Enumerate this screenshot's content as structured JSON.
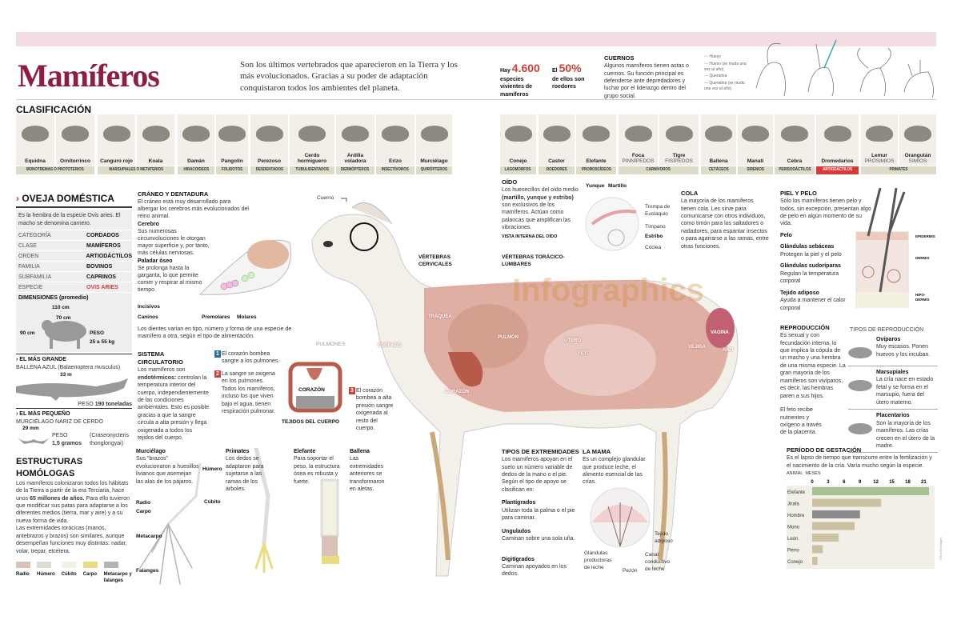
{
  "header": {
    "title": "Mamíferos",
    "intro": "Son los últimos vertebrados que aparecieron en la Tierra y los más evolucionados. Gracias a su poder de adaptación conquistaron todos los ambientes del planeta."
  },
  "stats": {
    "s1_pre": "Hay",
    "s1_val": "4.600",
    "s1_text": "especies vivientes de mamíferos",
    "s2_pre": "El",
    "s2_val": "50%",
    "s2_text": "de ellos son roedores"
  },
  "cuernos": {
    "title": "CUERNOS",
    "text": "Algunos mamíferos tienen astas o cuernos. Su función principal es defenderse ante depredadores y luchar por el liderazgo dentro del grupo social.",
    "legend": [
      "Hueso",
      "Hueso (se muda una vez al año)",
      "Queratina",
      "Queratina (se muda una vez al año)"
    ]
  },
  "clasificacion": {
    "title": "CLASIFICACIÓN",
    "left": [
      {
        "class": "MONOTREMAS O PROTOTERIOS",
        "animals": [
          {
            "name": "Equidna"
          },
          {
            "name": "Ornitorrinco"
          }
        ]
      },
      {
        "class": "MARSUPIALES O METATERIOS",
        "animals": [
          {
            "name": "Canguro rojo"
          },
          {
            "name": "Koala"
          }
        ]
      },
      {
        "class": "HIRACOIDEOS",
        "animals": [
          {
            "name": "Damán"
          }
        ]
      },
      {
        "class": "FOLIDOTOS",
        "animals": [
          {
            "name": "Pangolín"
          }
        ]
      },
      {
        "class": "DESDENTADOS",
        "animals": [
          {
            "name": "Perezoso"
          }
        ]
      },
      {
        "class": "TUBULIDENTADOS",
        "animals": [
          {
            "name": "Cerdo hormiguero"
          }
        ]
      },
      {
        "class": "DERMÓPTEROS",
        "animals": [
          {
            "name": "Ardilla voladora"
          }
        ]
      },
      {
        "class": "INSECTÍVOROS",
        "animals": [
          {
            "name": "Erizo"
          }
        ]
      },
      {
        "class": "QUIRÓPTEROS",
        "animals": [
          {
            "name": "Murciélago"
          }
        ]
      }
    ],
    "right": [
      {
        "class": "LAGOMORFOS",
        "animals": [
          {
            "name": "Conejo"
          }
        ]
      },
      {
        "class": "ROEDORES",
        "animals": [
          {
            "name": "Castor"
          }
        ]
      },
      {
        "class": "PROBOSCÍDEOS",
        "animals": [
          {
            "name": "Elefante"
          }
        ]
      },
      {
        "class": "CARNÍVOROS",
        "animals": [
          {
            "name": "Foca",
            "sub": "PINNÍPEDOS"
          },
          {
            "name": "Tigre",
            "sub": "FISÍPEDOS"
          }
        ]
      },
      {
        "class": "CETÁCEOS",
        "animals": [
          {
            "name": "Ballena"
          }
        ]
      },
      {
        "class": "SIRENIOS",
        "animals": [
          {
            "name": "Manatí"
          }
        ]
      },
      {
        "class": "PERISODÁCTILOS",
        "animals": [
          {
            "name": "Cebra"
          }
        ]
      },
      {
        "class": "ARTIODÁCTILOS",
        "highlight": true,
        "animals": [
          {
            "name": "Dromedarios"
          }
        ]
      },
      {
        "class": "PRIMATES",
        "animals": [
          {
            "name": "Lemur",
            "sub": "PROSIMIOS"
          },
          {
            "name": "Orangután",
            "sub": "SIMIOS"
          }
        ]
      }
    ]
  },
  "oveja": {
    "title": "OVEJA DOMÉSTICA",
    "intro": "Es la hembra de la especie Ovis aries. El macho se denomina carnero.",
    "taxonomy": [
      [
        "CATEGORÍA",
        "CORDADOS"
      ],
      [
        "CLASE",
        "MAMÍFEROS"
      ],
      [
        "ORDEN",
        "ARTIODÁCTILOS"
      ],
      [
        "FAMILIA",
        "BOVINOS"
      ],
      [
        "SUBFAMILIA",
        "CAPRINOS"
      ],
      [
        "ESPECIE",
        "OVIS ARIES"
      ]
    ],
    "dim_title": "DIMENSIONES (promedio)",
    "length": "110 cm",
    "body": "70 cm",
    "height": "90 cm",
    "peso_label": "PESO",
    "peso": "25 a 55 kg"
  },
  "grande": {
    "title": "EL MÁS GRANDE",
    "name": "BALLENA AZUL (Balaenoptera musculus)",
    "length": "33 m",
    "peso_label": "PESO",
    "peso": "190 toneladas"
  },
  "pequeno": {
    "title": "EL MÁS PEQUEÑO",
    "name": "MURCIÉLAGO NARIZ DE CERDO",
    "length": "29 mm",
    "peso_label": "PESO",
    "peso": "1,5 gramos",
    "sci": "(Craseonycteris thonglongyai)"
  },
  "homologas": {
    "title": "ESTRUCTURAS HOMÓLOGAS",
    "t1": "Los mamíferos colonizaron todos los hábitats de la Tierra a partir de la era Terciaria, hace unos ",
    "t1b": "65 millones de años.",
    "t2": " Para ello tuvieron que modificar sus patas para adaptarse a los diferentes medios (tierra, mar y aire) y a su nueva forma de vida.",
    "t3": "Las extremidades torácicas (manos, antebrazos y brazos) son similares, aunque desempeñan funciones muy distintas: nadar, volar, trepar, etcétera.",
    "legend": [
      {
        "label": "Radio",
        "color": "#d9c3b8"
      },
      {
        "label": "Húmero",
        "color": "#dcdcd6"
      },
      {
        "label": "Cúbito",
        "color": "#f3f1e0"
      },
      {
        "label": "Carpo",
        "color": "#ecdc80"
      },
      {
        "label": "Metacarpo y falanges",
        "color": "#b4b4b8"
      }
    ],
    "bones": {
      "humero": "Húmero",
      "cubito": "Cúbito",
      "radio": "Radio",
      "carpo": "Carpo",
      "metacarpo": "Metacarpo",
      "falanges": "Falanges"
    },
    "limbs": [
      {
        "name": "Murciélago",
        "text": "Sus \"brazos\" evolucionaron a huesillos livianos que asemejan las alas de los pájaros."
      },
      {
        "name": "Primates",
        "text": "Los dedos se adaptaron para sujetarse a las ramas de los árboles."
      },
      {
        "name": "Elefante",
        "text": "Para soportar el peso, la estructura ósea es robusta y fuerte."
      },
      {
        "name": "Ballena",
        "text": "Las extremidades anteriores se transformaron en aletas."
      }
    ]
  },
  "craneo": {
    "title": "CRÁNEO Y DENTADURA",
    "text": "El cráneo está muy desarrollado para albergar los cerebros más evolucionados del reino animal.",
    "cerebro": "Cerebro",
    "cerebro_text": "Sus numerosas circunvoluciones le otorgan mayor superficie y, por tanto, más células nerviosas.",
    "paladar": "Paladar óseo",
    "paladar_text": "Se prolonga hasta la garganta, lo que permite comer y respirar al mismo tiempo.",
    "incisivos": "Incisivos",
    "caninos": "Caninos",
    "premolares": "Premolares",
    "molares": "Molares",
    "dientes": "Los dientes varían en tipo, número y forma de una especie de mamífero a otra, según el tipo de alimentación."
  },
  "circulatorio": {
    "title": "SISTEMA CIRCULATORIO",
    "t1": "Los mamíferos son ",
    "t1b": "endotérmicos:",
    "t2": " controlan la temperatura interior del cuerpo, independientemente de las condiciones ambientales. Esto es posible gracias a que la sangre circula a alta presión y llega oxigenada a todos los tejidos del cuerpo.",
    "steps": [
      {
        "n": "1",
        "text": "El corazón bombea sangre a los pulmones."
      },
      {
        "n": "2",
        "text": "La sangre se oxigena en los pulmones. Todos los mamíferos, incluso los que viven bajo el agua, tienen respiración pulmonar."
      },
      {
        "n": "3",
        "text": "El corazón bombea a alta presión sangre oxigenada al resto del cuerpo."
      }
    ],
    "pulmones": "PULMONES",
    "corazon": "CORAZÓN",
    "tejidos": "TEJIDOS DEL CUERPO"
  },
  "sheep": {
    "cuerno": "Cuerno",
    "cervicales": "VÉRTEBRAS CERVICALES",
    "toracico": "VÉRTEBRAS TORÁCICO-LUMBARES",
    "organs": {
      "traquea": "TRÁQUEA",
      "esofago": "ESÓFAGO",
      "pulmon": "PULMÓN",
      "corazon": "CORAZÓN",
      "utero": "ÚTERO",
      "feto": "FETO",
      "vagina": "VAGINA",
      "vejiga": "VEJIGA",
      "ano": "ANO"
    },
    "watermark": "Infographics"
  },
  "oido": {
    "title": "OÍDO",
    "t1": "Los huesecillos del oído medio ",
    "t1b": "(martillo, yunque y estribo)",
    "t2": " son exclusivos de los mamíferos. Actúan como palancas que amplifican las vibraciones.",
    "vista": "VISTA INTERNA DEL OÍDO",
    "yunque": "Yunque",
    "martillo": "Martillo",
    "trompa": "Trompa de Eustaquio",
    "timpano": "Tímpano",
    "estribo": "Estribo",
    "coclea": "Cóclea"
  },
  "cola": {
    "title": "COLA",
    "text": "La mayoría de los mamíferos tienen cola. Les sirve para comunicarse con otros individuos, como timón para los saltadores o nadadores, para espantar insectos o para agarrarse a las ramas, entre otras funciones."
  },
  "piel": {
    "title": "PIEL Y PELO",
    "text": "Sólo los mamíferos tienen pelo y todos, sin excepción, presentan algo de pelo en algún momento de su vida.",
    "items": [
      {
        "name": "Pelo",
        "text": ""
      },
      {
        "name": "Glándulas sebáceas",
        "text": "Protegen la piel y el pelo"
      },
      {
        "name": "Glándulas sudoríparas",
        "text": "Regulan la temperatura corporal"
      },
      {
        "name": "Tejido adiposo",
        "text": "Ayuda a mantener el calor corporal"
      }
    ],
    "layers": [
      "EPIDERMIS",
      "DERMIS",
      "HIPO-DERMIS"
    ]
  },
  "reproduccion": {
    "title": "REPRODUCCIÓN",
    "text": "Es sexual y con fecundación interna, lo que implica la cópula de un macho y una hembra de una misma especie. La gran mayoría de los mamíferos son vivíparos, es decir, las hembras paren a sus hijos.",
    "feto": "El feto recibe nutrientes y oxígeno a través de la placenta.",
    "tipos_title": "TIPOS DE REPRODUCCIÓN",
    "tipos": [
      {
        "name": "Ovíparos",
        "text": "Muy escasos. Ponen huevos y los incuban."
      },
      {
        "name": "Marsupiales",
        "text": "La cría nace en estado fetal y se forma en el marsupio, fuera del útero materno."
      },
      {
        "name": "Placentarios",
        "text": "Son la mayoría de los mamíferos. Las crías crecen en el útero de la madre."
      }
    ]
  },
  "extremidades": {
    "title": "TIPOS DE EXTREMIDADES",
    "text": "Los mamíferos apoyan en el suelo un número variable de dedos de la mano o el pie. Según el tipo de apoyo se clasifican en:",
    "tipos": [
      {
        "name": "Plantígrados",
        "text": "Utilizan toda la palma o el pie para caminar."
      },
      {
        "name": "Ungulados",
        "text": "Caminan sobre una sola uña."
      },
      {
        "name": "Digitígrados",
        "text": "Caminan apoyados en los dedos."
      }
    ]
  },
  "mama": {
    "title": "LA MAMA",
    "text": "Es un complejo glandular que produce leche, el alimento esencial de las crías.",
    "glandulas": "Glándulas productoras de leche",
    "pezon": "Pezón",
    "canal": "Canal conductivo de leche",
    "tejido": "Tejido adiposo"
  },
  "colors": {
    "accent": "#8e1d44",
    "highlight": "#d83a3a",
    "panel": "#f1efe8"
  },
  "chart_data": {
    "type": "bar",
    "orientation": "horizontal",
    "title": "PERÍODO DE GESTACIÓN",
    "subtitle": "Es el lapso de tiempo que transcurre entre la fertilización y el nacimiento de la cría. Varía mucho según la especie.",
    "xlabel": "MESES",
    "ylabel": "ANIMAL",
    "ticks": [
      0,
      3,
      6,
      9,
      12,
      15,
      18,
      21
    ],
    "xlim": [
      0,
      22
    ],
    "grid": false,
    "categories": [
      "Elefante",
      "Jirafa",
      "Hombre",
      "Mono",
      "León",
      "Perro",
      "Conejo"
    ],
    "values": [
      22,
      13,
      9,
      8,
      5,
      2,
      1
    ],
    "colors": [
      "#a9bf94",
      "#c9c1a2",
      "#8a8a8c",
      "#c9c1a2",
      "#c9c1a2",
      "#c9c1a2",
      "#c9c1a2"
    ]
  },
  "credit": "©Sol 90 Images"
}
